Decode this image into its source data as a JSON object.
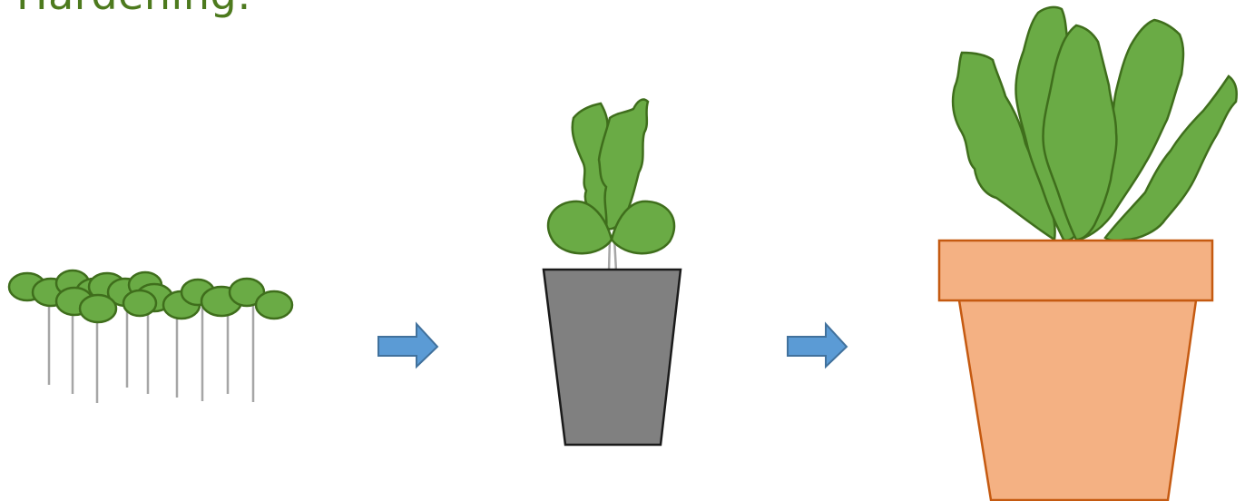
{
  "title": "Hardening:",
  "colors": {
    "title": "#4d7a1e",
    "leaf_fill": "#6aab45",
    "leaf_stroke": "#3f6e1c",
    "stem": "#a6a6a6",
    "arrow_fill": "#5b9bd5",
    "arrow_stroke": "#41719c",
    "tray_pot_fill": "#808080",
    "tray_pot_stroke": "#1a1a1a",
    "terracotta_fill": "#f4b183",
    "terracotta_stroke": "#c55a11"
  },
  "stages": [
    {
      "name": "seedlings",
      "icon": "seedling-tray-icon"
    },
    {
      "name": "young-plant-in-small-pot",
      "icon": "potted-seedling-icon"
    },
    {
      "name": "mature-plant-in-large-pot",
      "icon": "potted-plant-icon"
    }
  ],
  "arrows": [
    {
      "icon": "arrow-right-icon"
    },
    {
      "icon": "arrow-right-icon"
    }
  ]
}
